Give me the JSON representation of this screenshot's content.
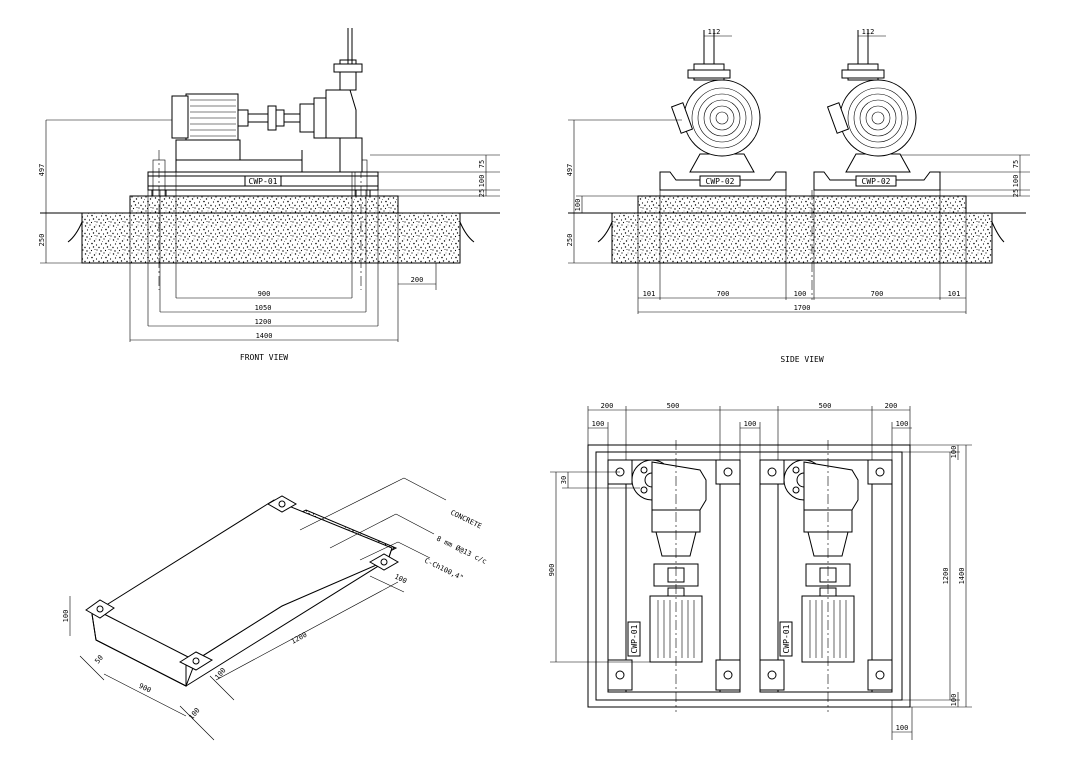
{
  "views": {
    "front": {
      "title": "FRONT VIEW",
      "tag": "CWP-01",
      "dims": {
        "d497": "497",
        "d250": "250",
        "d75": "75",
        "d100": "100",
        "d25": "25",
        "d200": "200",
        "d900": "900",
        "d1050": "1050",
        "d1200": "1200",
        "d1400": "1400"
      }
    },
    "side": {
      "title": "SIDE VIEW",
      "tag_a": "CWP-02",
      "tag_b": "CWP-02",
      "dims": {
        "d112a": "112",
        "d112b": "112",
        "d497": "497",
        "d100l": "100",
        "d250": "250",
        "d75": "75",
        "d100": "100",
        "d25": "25",
        "d101a": "101",
        "d700a": "700",
        "d100m": "100",
        "d700b": "700",
        "d101b": "101",
        "d1700": "1700"
      }
    },
    "iso": {
      "labels": {
        "concrete": "CONCRETE",
        "bars": "8 mm Ø@13 c/c",
        "channel": "C-Ch100,4\"",
        "d100top": "100",
        "d1200": "1200",
        "d100v": "100",
        "d50": "50",
        "d900": "900",
        "d100b": "100",
        "d100r": "100"
      }
    },
    "plan": {
      "tag_a": "CWP-01",
      "tag_b": "CWP-01",
      "dims": {
        "d200a": "200",
        "d500a": "500",
        "d500b": "500",
        "d200b": "200",
        "d100a": "100",
        "d100b": "100",
        "d100c": "100",
        "d900": "900",
        "d1200": "1200",
        "d1400": "1400",
        "d100top": "100",
        "d100bot": "100",
        "d100bb": "100",
        "d30": "30"
      }
    }
  }
}
